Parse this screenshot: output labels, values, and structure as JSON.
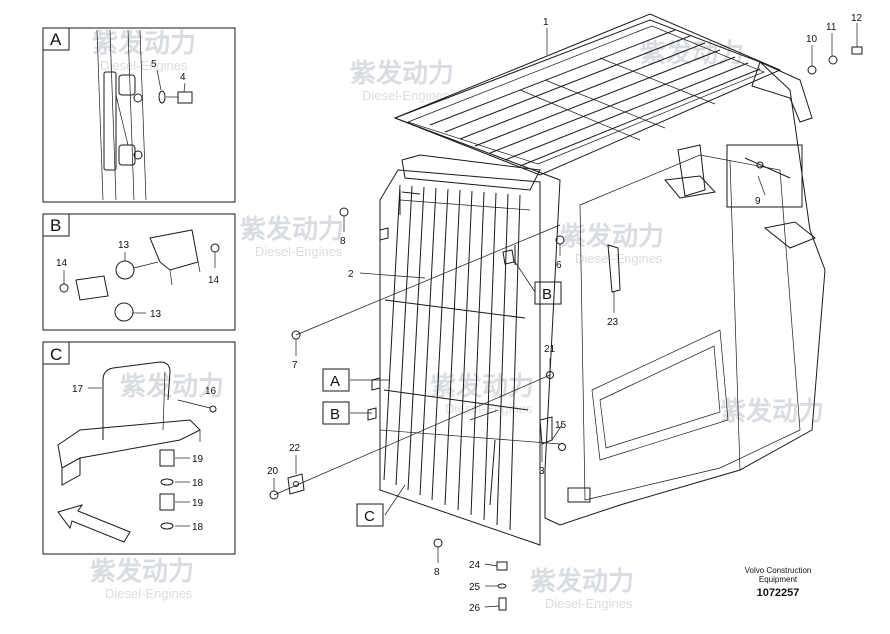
{
  "insets": [
    {
      "letter": "A",
      "callouts": [
        "5",
        "4"
      ]
    },
    {
      "letter": "B",
      "callouts": [
        "13",
        "14",
        "14",
        "13"
      ]
    },
    {
      "letter": "C",
      "callouts": [
        "17",
        "16",
        "19",
        "18",
        "19",
        "18"
      ]
    }
  ],
  "view_labels": [
    "A",
    "B",
    "B",
    "C"
  ],
  "callouts": [
    "1",
    "10",
    "11",
    "12",
    "9",
    "8",
    "6",
    "2",
    "23",
    "7",
    "21",
    "15",
    "3",
    "22",
    "20",
    "8",
    "24",
    "25",
    "26"
  ],
  "watermark": {
    "brand": "紫发动力",
    "sub": "Diesel-Engines"
  },
  "footer": {
    "line1": "Volvo Construction",
    "line2": "Equipment",
    "code": "1072257"
  }
}
